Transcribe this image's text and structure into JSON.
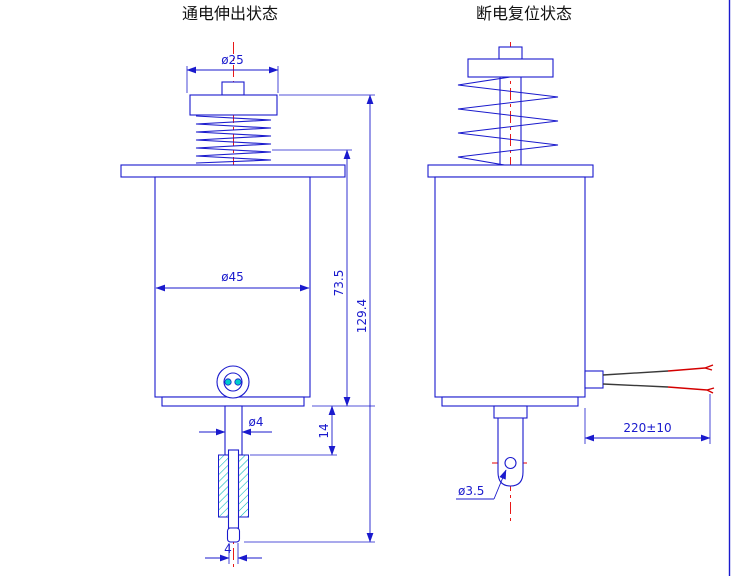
{
  "drawing": {
    "left_view": {
      "title": "通电伸出状态",
      "dims": {
        "top_diameter": "ø25",
        "body_diameter": "ø45",
        "body_height": "73.5",
        "total_height": "129.4",
        "shaft_exposed_length": "14",
        "shaft_diameter": "ø4",
        "pin_width": "4"
      }
    },
    "right_view": {
      "title": "断电复位状态",
      "dims": {
        "hole_diameter": "ø3.5",
        "wire_length": "220±10"
      }
    },
    "colors": {
      "line": "#1a1acd",
      "centerline": "#e60000",
      "hatch": "#00b4b4",
      "terminal": "#00cccc",
      "wire_lead": "#3a3a3a",
      "wire_end": "#d40000"
    }
  }
}
